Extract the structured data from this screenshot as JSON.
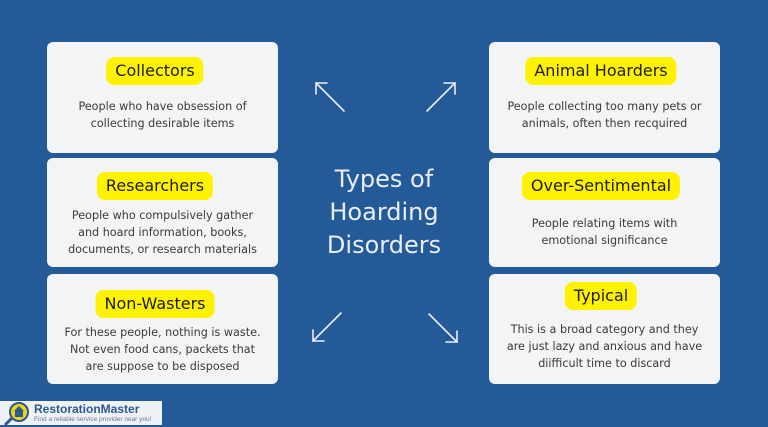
{
  "title": {
    "line1": "Types of",
    "line2": "Hoarding",
    "line3": "Disorders"
  },
  "colors": {
    "background": "#255a99",
    "card": "#f3f4f6",
    "badge": "#fff200",
    "title_text": "#e9eef6"
  },
  "cards": [
    {
      "label": "Collectors",
      "line1": "People who have obsession of",
      "line2": "collecting desirable items",
      "line3": ""
    },
    {
      "label": "Animal Hoarders",
      "line1": "People collecting too many pets or",
      "line2": "animals, often then recquired",
      "line3": ""
    },
    {
      "label": "Researchers",
      "line1": "People who compulsively gather",
      "line2": "and hoard information, books,",
      "line3": "documents, or research materials"
    },
    {
      "label": "Over-Sentimental",
      "line1": "People relating items with",
      "line2": "emotional significance",
      "line3": ""
    },
    {
      "label": "Non-Wasters",
      "line1": "For these people, nothing is waste.",
      "line2": "Not even food cans, packets that",
      "line3": "are suppose to be disposed"
    },
    {
      "label": "Typical",
      "line1": "This is a broad category and they",
      "line2": "are just lazy and anxious and have",
      "line3": "diifficult time to discard"
    }
  ],
  "arrows": [
    "arrow-up-left-icon",
    "arrow-up-right-icon",
    "arrow-down-left-icon",
    "arrow-down-right-icon"
  ],
  "logo": {
    "name": "RestorationMaster",
    "tagline": "Find a reliable service provider near you!"
  }
}
